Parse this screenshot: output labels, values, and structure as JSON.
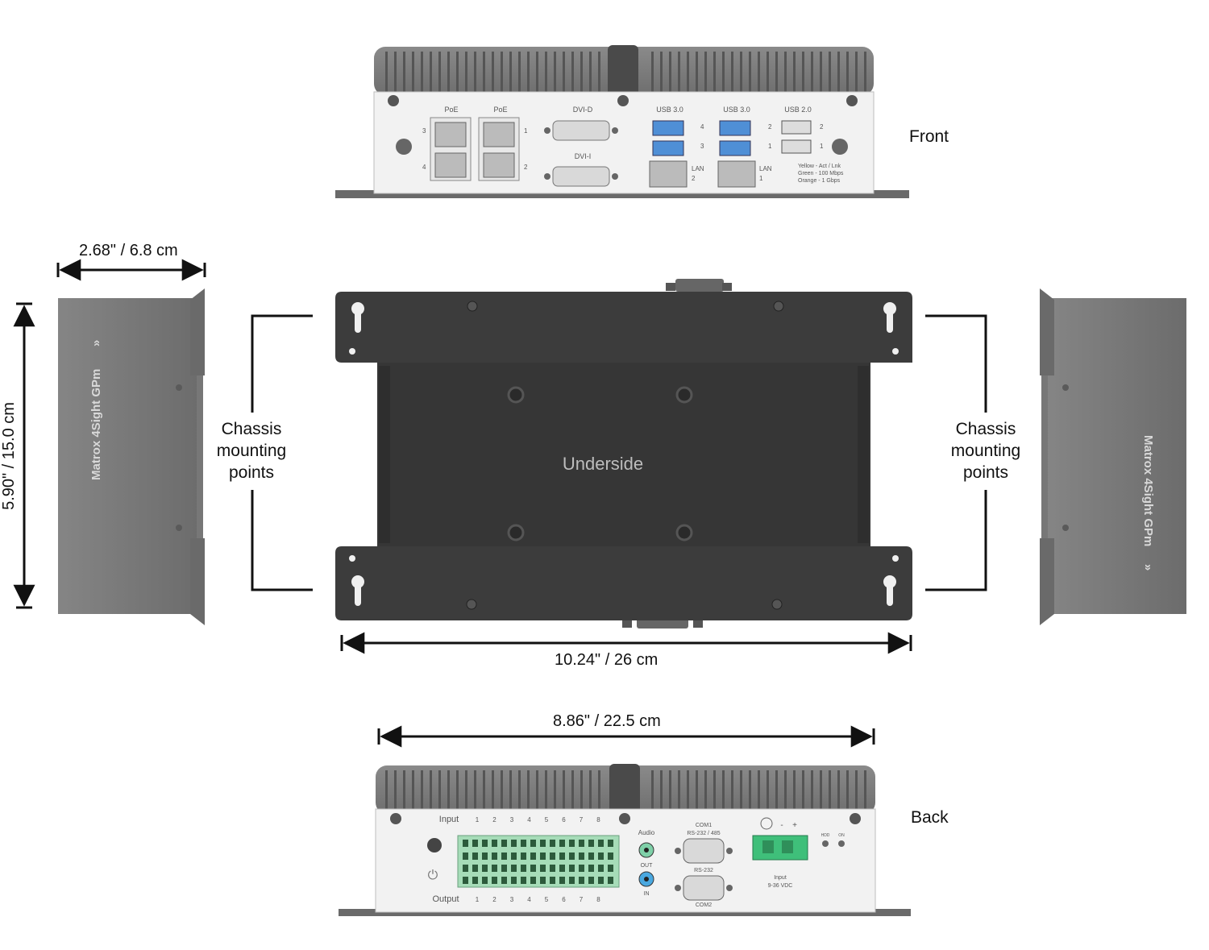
{
  "views": {
    "front": "Front",
    "back": "Back",
    "underside": "Underside"
  },
  "dimensions": {
    "depth": "2.68\" / 6.8 cm",
    "height": "5.90\" / 15.0 cm",
    "width_full": "10.24\"  / 26 cm",
    "width_body": "8.86\"  / 22.5 cm"
  },
  "chassis_label": {
    "line1": "Chassis",
    "line2": "mounting",
    "line3": "points"
  },
  "side_brand": "Matrox 4Sight GPm",
  "front_panel": {
    "poe": "PoE",
    "dvi_d": "DVI-D",
    "dvi_i": "DVI-I",
    "usb3": "USB 3.0",
    "usb2": "USB 2.0",
    "lan": "LAN",
    "n1": "1",
    "n2": "2",
    "n3": "3",
    "n4": "4",
    "led_legend": [
      "Yellow - Act / Lnk",
      "Green - 100 Mbps",
      "Orange - 1 Gbps"
    ]
  },
  "back_panel": {
    "input": "Input",
    "output": "Output",
    "audio": "Audio",
    "out": "OUT",
    "in": "IN",
    "com1": "COM1",
    "com1_type": "RS-232 / 485",
    "rs232": "RS-232",
    "com2": "COM2",
    "power_input": "Input",
    "power_range": "9-36 VDC",
    "hdd": "HDD",
    "on": "ON",
    "io_numbers": [
      "1",
      "2",
      "3",
      "4",
      "5",
      "6",
      "7",
      "8"
    ]
  },
  "colors": {
    "heatsink": "#7a7a7a",
    "faceplate": "#f2f2f2",
    "underside": "#3c3c3c",
    "side_panel": "#7c7c7c",
    "terminal_block": "#a6dcb8",
    "usb3_blue": "#4f8fd6",
    "arrow": "#111111"
  }
}
